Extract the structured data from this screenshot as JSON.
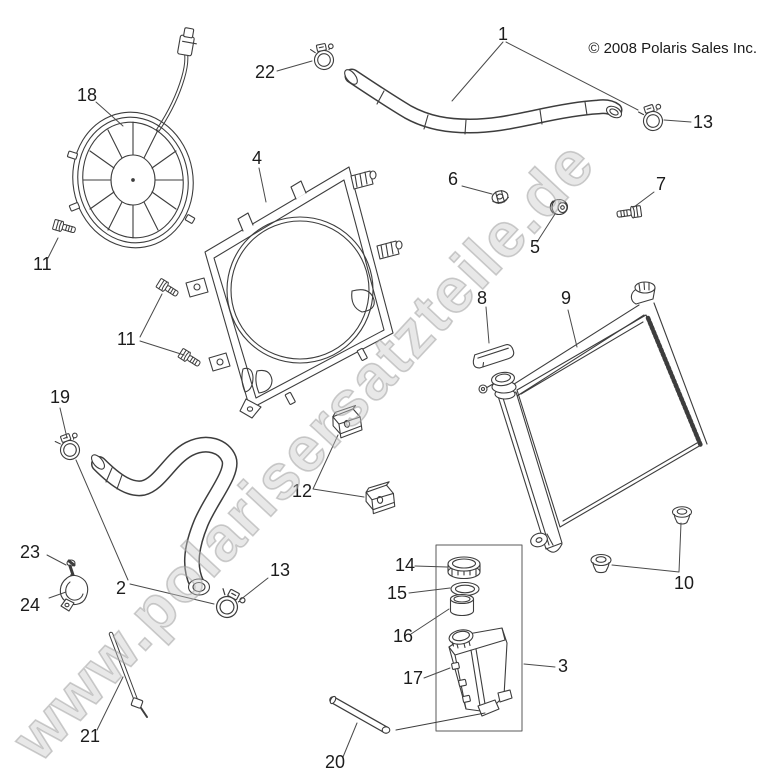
{
  "meta": {
    "copyright": "© 2008 Polaris Sales Inc.",
    "diagram_type": "exploded parts diagram - cooling system"
  },
  "watermark": {
    "text": "www.polarisersatzteile.de"
  },
  "colors": {
    "line": "#3d3d3d",
    "label": "#1c1c1c",
    "watermark": "#c9c9c9",
    "background": "#ffffff"
  },
  "callouts": {
    "n1": "1",
    "n2": "2",
    "n3": "3",
    "n4": "4",
    "n5": "5",
    "n6": "6",
    "n7": "7",
    "n8": "8",
    "n9": "9",
    "n10": "10",
    "n11": "11",
    "n12": "12",
    "n13": "13",
    "n14": "14",
    "n15": "15",
    "n16": "16",
    "n17": "17",
    "n18": "18",
    "n19": "19",
    "n20": "20",
    "n21": "21",
    "n22": "22",
    "n23": "23",
    "n24": "24"
  }
}
